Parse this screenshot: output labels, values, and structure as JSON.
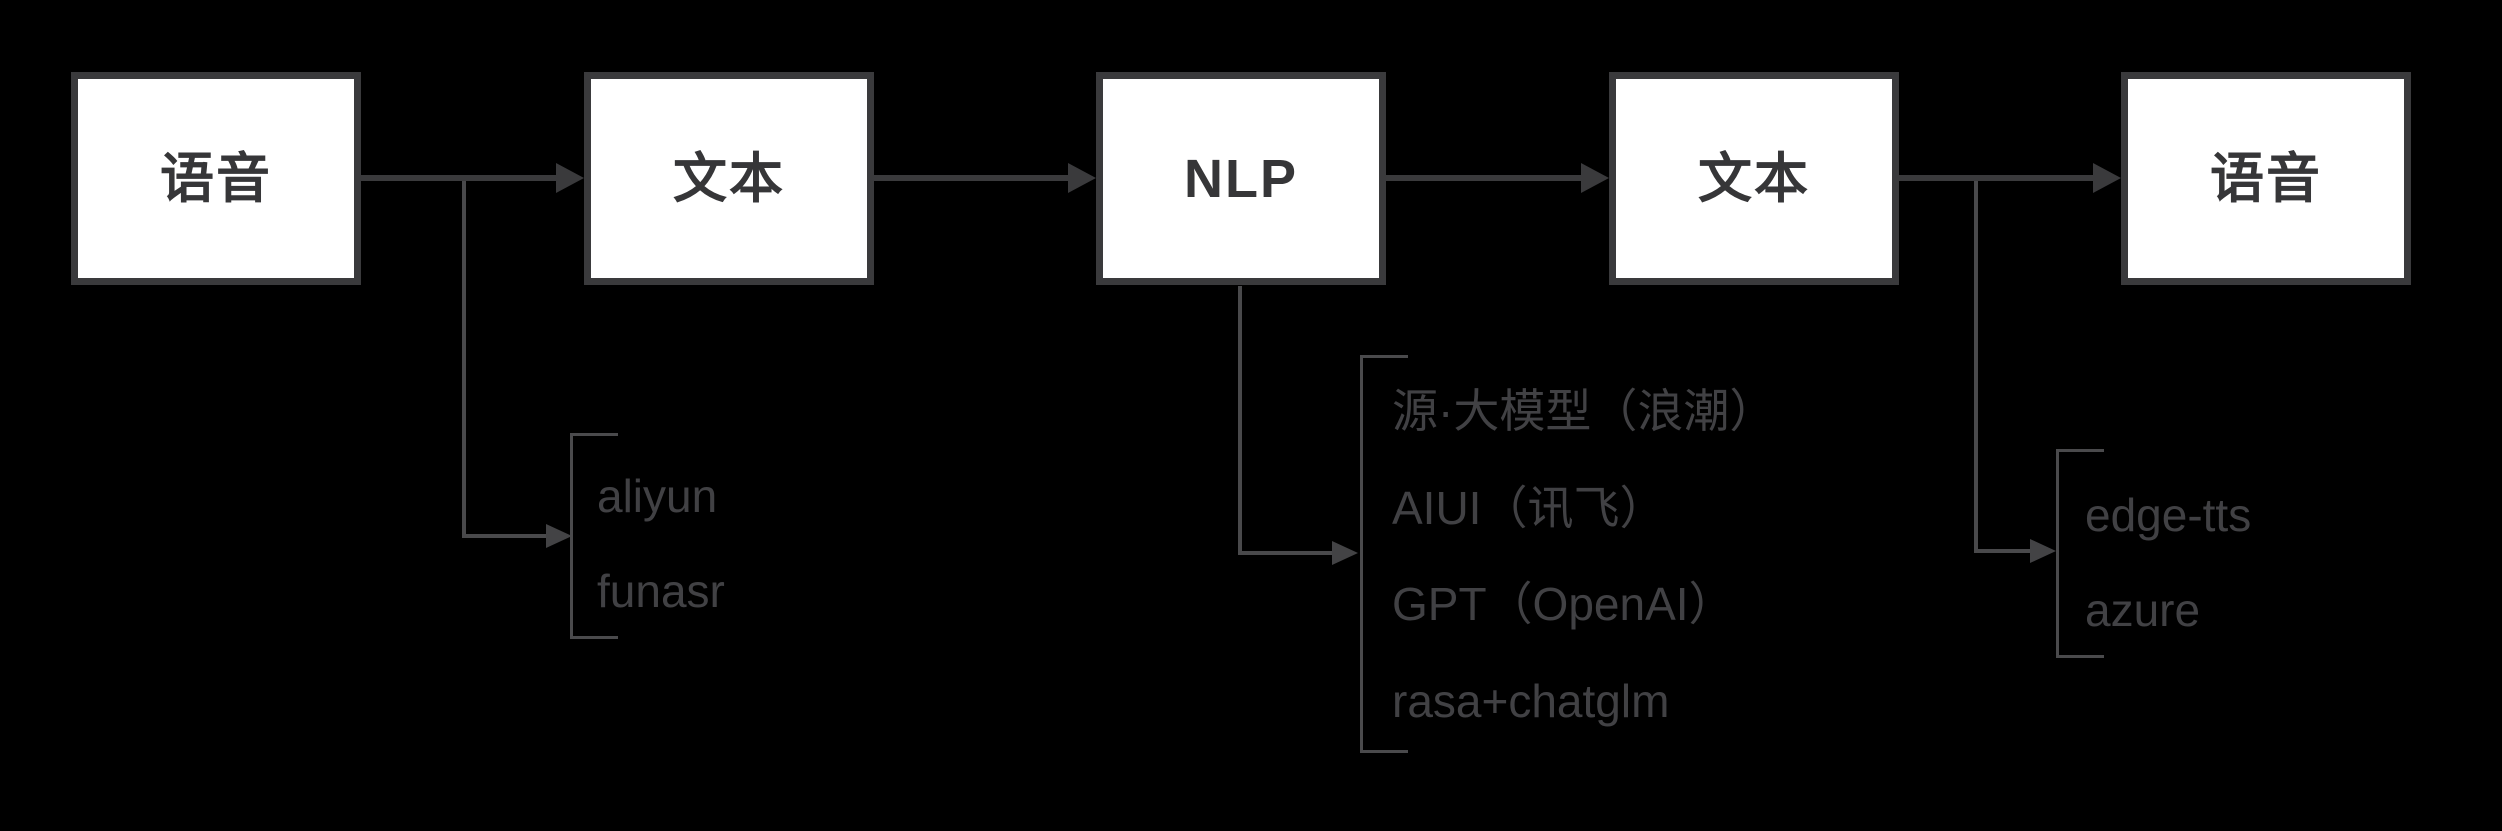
{
  "diagram": {
    "title": "voice-assistant pipeline flowchart",
    "nodes": [
      {
        "id": "voice-input",
        "label": "语音"
      },
      {
        "id": "text-asr",
        "label": "文本"
      },
      {
        "id": "nlp",
        "label": "NLP"
      },
      {
        "id": "text-reply",
        "label": "文本"
      },
      {
        "id": "voice-output",
        "label": "语音"
      }
    ],
    "branches": {
      "asr": {
        "items": [
          "aliyun",
          "funasr"
        ]
      },
      "nlp": {
        "items": [
          "源·大模型（浪潮）",
          "AIUI（讯飞）",
          "GPT（OpenAI）",
          "rasa+chatglm"
        ]
      },
      "tts": {
        "items": [
          "edge-tts",
          "azure"
        ]
      }
    },
    "colors": {
      "background": "#000000",
      "node_fill": "#ffffff",
      "node_border": "#3a3a3c",
      "node_text": "#363638",
      "arrow": "#3a3a3c",
      "branch_line": "#4a4a4c",
      "branch_text": "#414144"
    }
  }
}
